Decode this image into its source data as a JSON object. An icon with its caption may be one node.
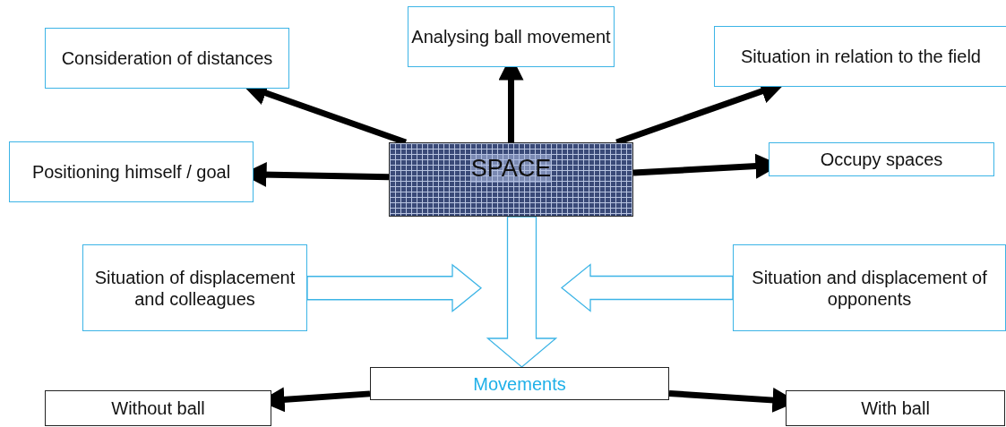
{
  "diagram": {
    "nodes": [
      {
        "text": [
          "Consideration of distances"
        ]
      },
      {
        "text": [
          "Analysing ball movement"
        ]
      },
      {
        "text": [
          "Situation in relation to the field"
        ]
      },
      {
        "text": [
          "Positioning himself / goal"
        ]
      },
      {
        "text": [
          "SPACE"
        ]
      },
      {
        "text": [
          "Occupy spaces"
        ]
      },
      {
        "text": [
          "Situation of displacement and colleagues"
        ]
      },
      {
        "text": [
          "Situation and displacement of opponents"
        ]
      },
      {
        "text": [
          "Movements"
        ]
      },
      {
        "text": [
          "Without ball"
        ]
      },
      {
        "text": [
          "With ball"
        ]
      }
    ],
    "edges": [
      {
        "from": 4,
        "to": 0,
        "arrow": "to"
      },
      {
        "from": 4,
        "to": 1,
        "arrow": "to"
      },
      {
        "from": 4,
        "to": 2,
        "arrow": "to"
      },
      {
        "from": 4,
        "to": 3,
        "arrow": "to"
      },
      {
        "from": 4,
        "to": 5,
        "arrow": "to"
      },
      {
        "from": 6,
        "to": null,
        "arrow": "to",
        "color": "#3cb4e6"
      },
      {
        "from": 7,
        "to": null,
        "arrow": "to",
        "color": "#3cb4e6"
      },
      {
        "from": 4,
        "to": 8,
        "arrow": "to",
        "color": "#3cb4e6"
      },
      {
        "from": 8,
        "to": 9,
        "arrow": "to"
      },
      {
        "from": 8,
        "to": 10,
        "arrow": "to"
      }
    ]
  }
}
